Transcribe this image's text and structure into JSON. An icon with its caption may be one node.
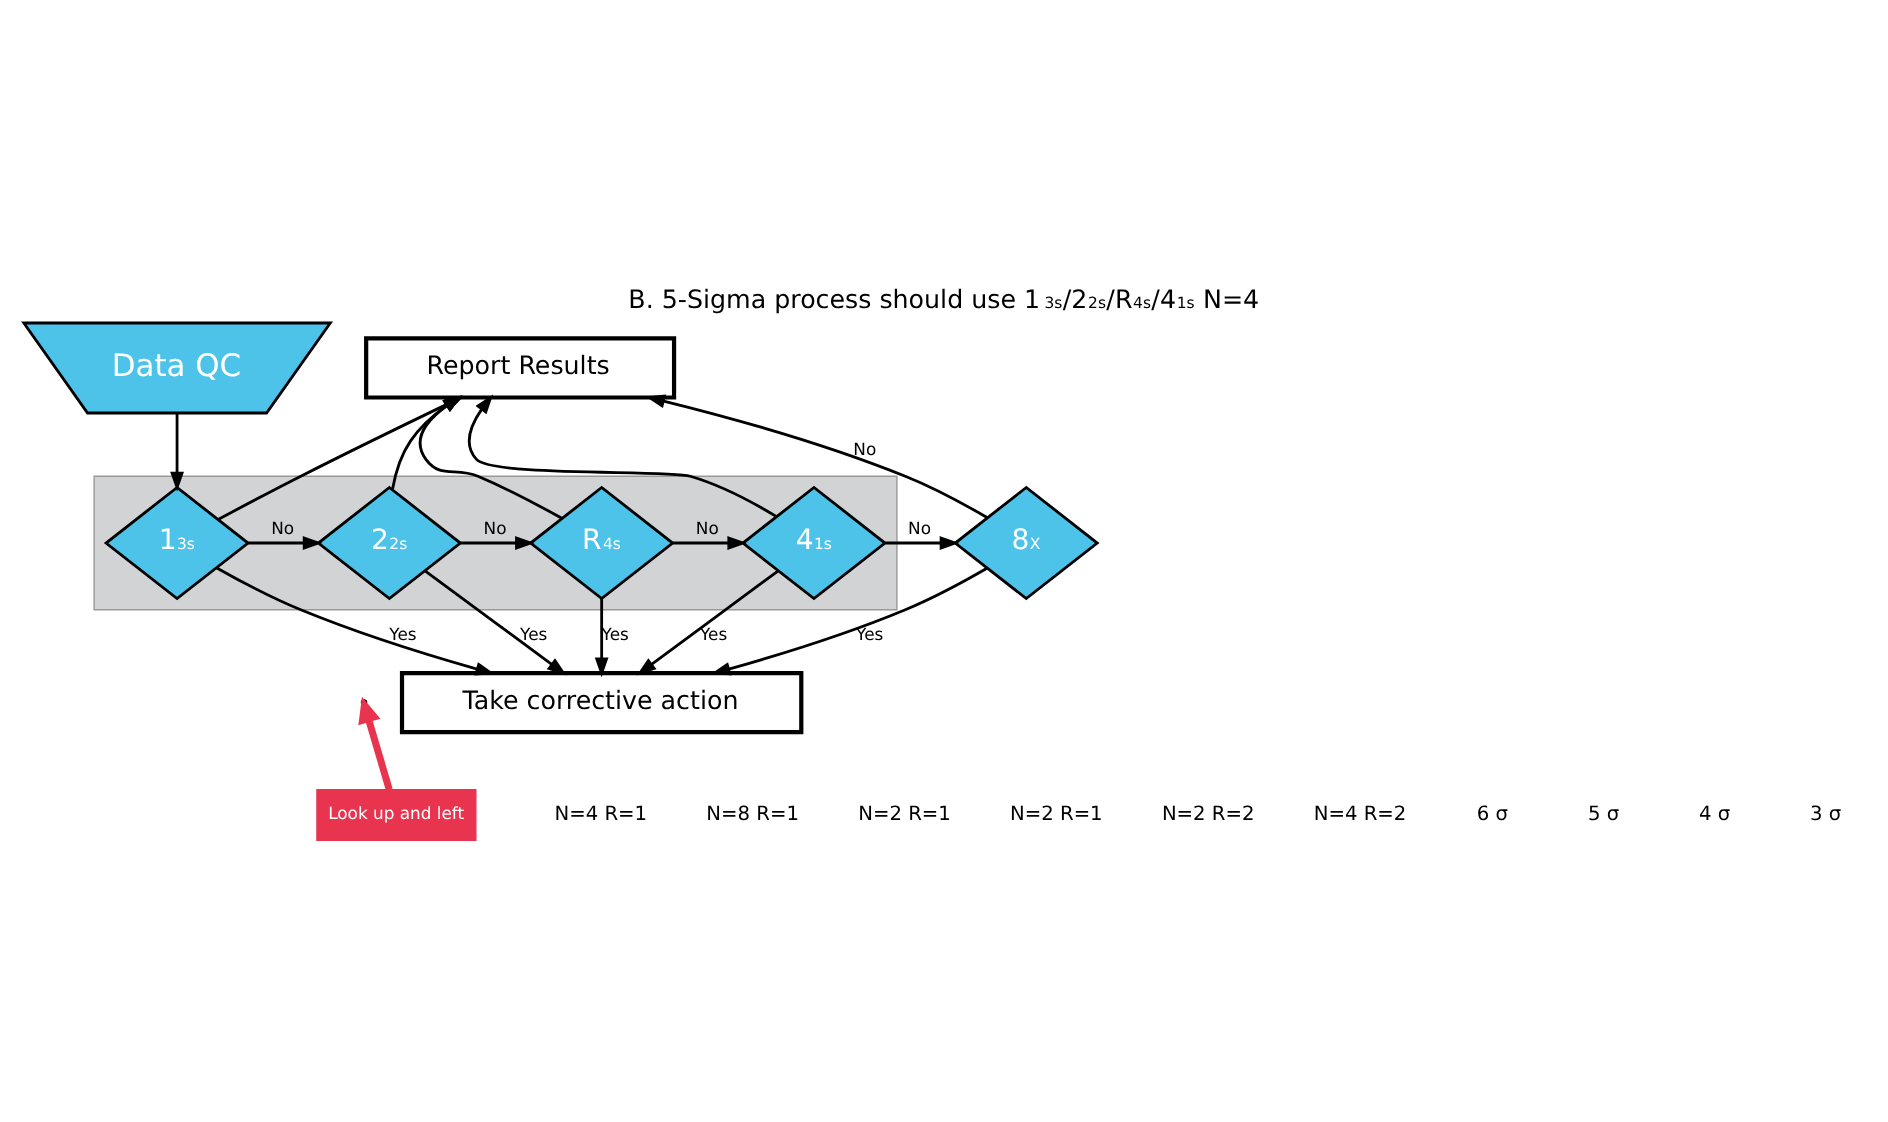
{
  "diagram": {
    "title": "B. 5-Sigma process should use 1$_{3s}$/2$_{2s}$/R$_{4s}$/4$_{1s}$ N=4",
    "nodes": [
      {
        "text": [
          "Data QC"
        ]
      },
      {
        "text": [
          "Report Results"
        ]
      },
      {
        "text": [],
        "shape": "band"
      },
      {
        "text": [
          "1$_{3s}$"
        ],
        "in": 2
      },
      {
        "text": [
          "2$_{2s}$"
        ],
        "in": 2
      },
      {
        "text": [
          "R$_{4s}$"
        ],
        "in": 2
      },
      {
        "text": [
          "4$_{1s}$"
        ],
        "in": 2
      },
      {
        "text": [
          "8$_{X}$"
        ]
      },
      {
        "text": [
          "Take corrective action"
        ]
      },
      {
        "text": [
          "Look up and left"
        ]
      }
    ],
    "edges": [
      {
        "from": 0,
        "to": 3,
        "arrow": "to"
      },
      {
        "from": 3,
        "to": 4,
        "arrow": "to",
        "label": "No"
      },
      {
        "from": 3,
        "to": 1,
        "arrow": "to"
      },
      {
        "from": 3,
        "to": 8,
        "arrow": "to",
        "label": "Yes"
      },
      {
        "from": 4,
        "to": 5,
        "arrow": "to",
        "label": "No"
      },
      {
        "from": 4,
        "to": 1,
        "arrow": "to"
      },
      {
        "from": 4,
        "to": 8,
        "arrow": "to",
        "label": "Yes"
      },
      {
        "from": 5,
        "to": 6,
        "arrow": "to",
        "label": "No"
      },
      {
        "from": 5,
        "to": 1,
        "arrow": "to"
      },
      {
        "from": 5,
        "to": 8,
        "arrow": "to",
        "label": "Yes"
      },
      {
        "from": 6,
        "to": 7,
        "arrow": "to",
        "label": "No"
      },
      {
        "from": 6,
        "to": 1,
        "arrow": "to"
      },
      {
        "from": 6,
        "to": 8,
        "arrow": "to",
        "label": "Yes"
      },
      {
        "from": 7,
        "to": 1,
        "arrow": "to",
        "label": "No"
      },
      {
        "from": 7,
        "to": 8,
        "arrow": "to",
        "label": "Yes"
      },
      {
        "from": 9,
        "to": null,
        "arrow": "to",
        "style": "thick",
        "color": "#e8344f"
      }
    ],
    "labels": [
      "N=4 R=1",
      "N=8 R=1",
      "N=2 R=1",
      "N=2 R=1",
      "N=2 R=2",
      "N=4 R=2",
      "6 σ",
      "5 σ",
      "4 σ",
      "3 σ"
    ]
  }
}
